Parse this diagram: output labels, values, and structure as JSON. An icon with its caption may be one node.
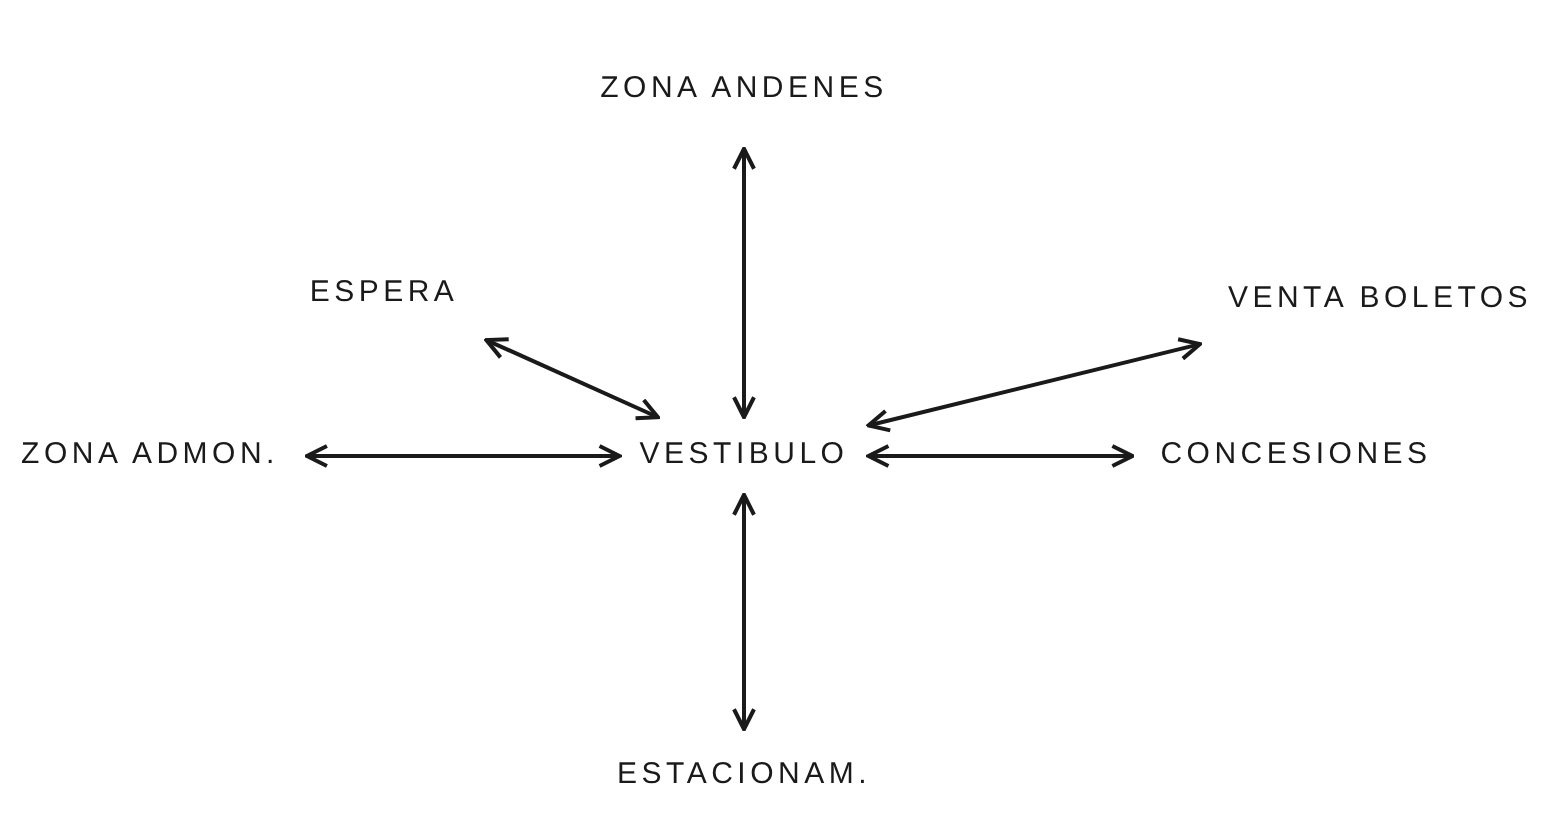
{
  "diagram": {
    "nodes": [
      {
        "text": [
          "ZONA ANDENES"
        ]
      },
      {
        "text": [
          "ESPERA"
        ]
      },
      {
        "text": [
          "VENTA BOLETOS"
        ]
      },
      {
        "text": [
          "ZONA ADMON."
        ]
      },
      {
        "text": [
          "VESTIBULO"
        ]
      },
      {
        "text": [
          "CONCESIONES"
        ]
      },
      {
        "text": [
          "ESTACIONAM."
        ]
      }
    ],
    "edges": [
      {
        "from": 0,
        "to": 4,
        "arrow": "both"
      },
      {
        "from": 1,
        "to": 4,
        "arrow": "both"
      },
      {
        "from": 2,
        "to": 4,
        "arrow": "both"
      },
      {
        "from": 3,
        "to": 4,
        "arrow": "both"
      },
      {
        "from": 4,
        "to": 5,
        "arrow": "both"
      },
      {
        "from": 6,
        "to": 4,
        "arrow": "both"
      }
    ]
  }
}
